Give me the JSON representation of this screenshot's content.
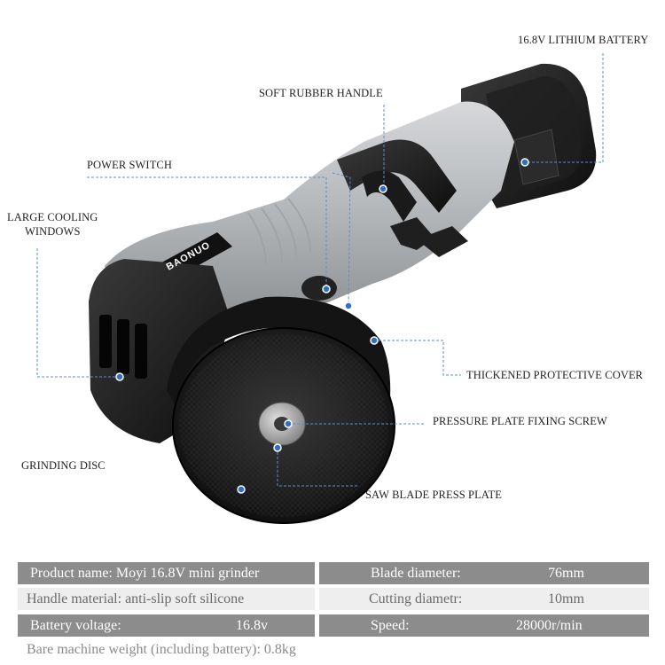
{
  "brand_logo": "BAONUO",
  "callouts": {
    "battery": "16.8V LITHIUM BATTERY",
    "handle": "SOFT RUBBER HANDLE",
    "power_switch": "POWER SWITCH",
    "cooling_line1": "LARGE COOLING",
    "cooling_line2": "WINDOWS",
    "cover": "THICKENED PROTECTIVE COVER",
    "screw": "PRESSURE PLATE FIXING SCREW",
    "disc": "GRINDING DISC",
    "press_plate": "SAW BLADE PRESS PLATE"
  },
  "specs": {
    "row1": {
      "left": "Product name: Moyi 16.8V mini grinder",
      "label": "Blade diameter:",
      "value": "76mm"
    },
    "row2": {
      "left": "Handle material: anti-slip soft silicone",
      "label": "Cutting diametr:",
      "value": "10mm"
    },
    "row3": {
      "left_label": "Battery voltage:",
      "left_value": "16.8v",
      "label": "Speed:",
      "value": "28000r/min"
    },
    "footer": "Bare machine weight (including battery): 0.8kg"
  },
  "colors": {
    "callout_line": "#5a8fd1",
    "dot": "#2f6fc4",
    "dark_cell": "#8c8c8c",
    "light_cell": "#eeeeee"
  }
}
